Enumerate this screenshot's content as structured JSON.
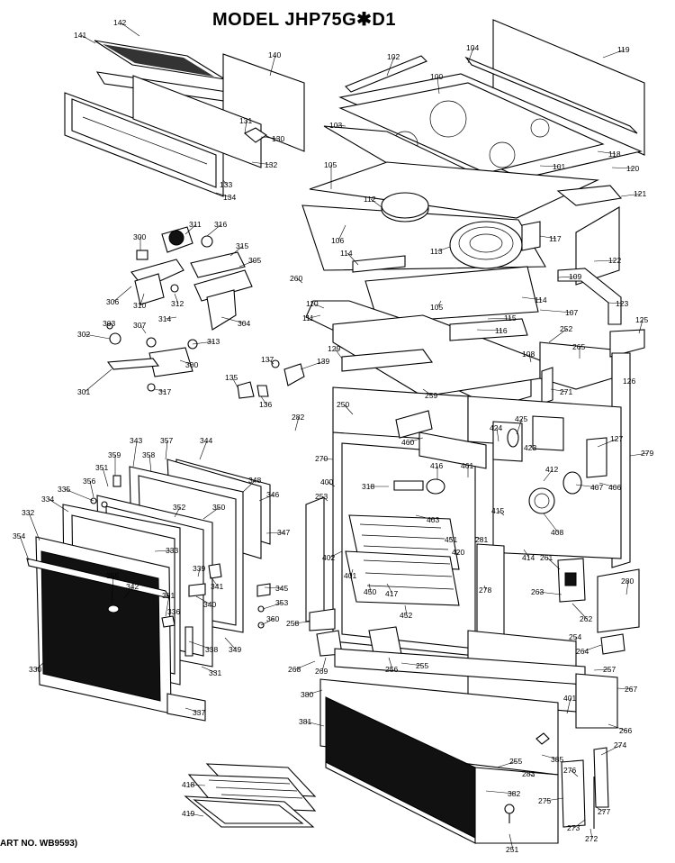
{
  "title": "MODEL JHP75G✱D1",
  "footer_left": "ART NO. WB9593)",
  "footer_right": "",
  "parts": [
    {
      "id": "p142",
      "label": "142"
    },
    {
      "id": "p141",
      "label": "141"
    },
    {
      "id": "p140",
      "label": "140"
    },
    {
      "id": "p131",
      "label": "131"
    },
    {
      "id": "p130",
      "label": "130"
    },
    {
      "id": "p132",
      "label": "132"
    },
    {
      "id": "p133",
      "label": "133"
    },
    {
      "id": "p134",
      "label": "134"
    },
    {
      "id": "p102",
      "label": "102"
    },
    {
      "id": "p104",
      "label": "104"
    },
    {
      "id": "p119",
      "label": "119"
    },
    {
      "id": "p100",
      "label": "100"
    },
    {
      "id": "p103",
      "label": "103"
    },
    {
      "id": "p118",
      "label": "118"
    },
    {
      "id": "p101",
      "label": "101"
    },
    {
      "id": "p120",
      "label": "120"
    },
    {
      "id": "p105",
      "label": "105"
    },
    {
      "id": "p121",
      "label": "121"
    },
    {
      "id": "p112",
      "label": "112"
    },
    {
      "id": "p106",
      "label": "106"
    },
    {
      "id": "p117",
      "label": "117"
    },
    {
      "id": "p113",
      "label": "113"
    },
    {
      "id": "p114a",
      "label": "114"
    },
    {
      "id": "p122",
      "label": "122"
    },
    {
      "id": "p109",
      "label": "109"
    },
    {
      "id": "p260",
      "label": "260"
    },
    {
      "id": "p110",
      "label": "110"
    },
    {
      "id": "p114b",
      "label": "114"
    },
    {
      "id": "p105b",
      "label": "105"
    },
    {
      "id": "p123",
      "label": "123"
    },
    {
      "id": "p111",
      "label": "111"
    },
    {
      "id": "p107",
      "label": "107"
    },
    {
      "id": "p115",
      "label": "115"
    },
    {
      "id": "p116",
      "label": "116"
    },
    {
      "id": "p125",
      "label": "125"
    },
    {
      "id": "p252",
      "label": "252"
    },
    {
      "id": "p129",
      "label": "129"
    },
    {
      "id": "p108",
      "label": "108"
    },
    {
      "id": "p265",
      "label": "265"
    },
    {
      "id": "p126",
      "label": "126"
    },
    {
      "id": "p271",
      "label": "271"
    },
    {
      "id": "p259",
      "label": "259"
    },
    {
      "id": "p250",
      "label": "250"
    },
    {
      "id": "p311",
      "label": "311"
    },
    {
      "id": "p316",
      "label": "316"
    },
    {
      "id": "p300a",
      "label": "300"
    },
    {
      "id": "p315",
      "label": "315"
    },
    {
      "id": "p305",
      "label": "305"
    },
    {
      "id": "p306",
      "label": "306"
    },
    {
      "id": "p310",
      "label": "310"
    },
    {
      "id": "p312",
      "label": "312"
    },
    {
      "id": "p314",
      "label": "314"
    },
    {
      "id": "p304",
      "label": "304"
    },
    {
      "id": "p303",
      "label": "303"
    },
    {
      "id": "p307",
      "label": "307"
    },
    {
      "id": "p302",
      "label": "302"
    },
    {
      "id": "p313",
      "label": "313"
    },
    {
      "id": "p300b",
      "label": "300"
    },
    {
      "id": "p301",
      "label": "301"
    },
    {
      "id": "p317",
      "label": "317"
    },
    {
      "id": "p137",
      "label": "137"
    },
    {
      "id": "p139",
      "label": "139"
    },
    {
      "id": "p135",
      "label": "135"
    },
    {
      "id": "p136",
      "label": "136"
    },
    {
      "id": "p282",
      "label": "282"
    },
    {
      "id": "p424",
      "label": "424"
    },
    {
      "id": "p425",
      "label": "425"
    },
    {
      "id": "p460",
      "label": "460"
    },
    {
      "id": "p423",
      "label": "423"
    },
    {
      "id": "p127",
      "label": "127"
    },
    {
      "id": "p279",
      "label": "279"
    },
    {
      "id": "p270",
      "label": "270"
    },
    {
      "id": "p416",
      "label": "416"
    },
    {
      "id": "p461",
      "label": "461"
    },
    {
      "id": "p412",
      "label": "412"
    },
    {
      "id": "p406",
      "label": "406"
    },
    {
      "id": "p407",
      "label": "407"
    },
    {
      "id": "p400",
      "label": "400"
    },
    {
      "id": "p318",
      "label": "318"
    },
    {
      "id": "p253",
      "label": "253"
    },
    {
      "id": "p403",
      "label": "403"
    },
    {
      "id": "p415",
      "label": "415"
    },
    {
      "id": "p408",
      "label": "408"
    },
    {
      "id": "p451",
      "label": "451"
    },
    {
      "id": "p281",
      "label": "281"
    },
    {
      "id": "p414",
      "label": "414"
    },
    {
      "id": "p420",
      "label": "420"
    },
    {
      "id": "p402",
      "label": "402"
    },
    {
      "id": "p401a",
      "label": "401"
    },
    {
      "id": "p417",
      "label": "417"
    },
    {
      "id": "p450",
      "label": "450"
    },
    {
      "id": "p278",
      "label": "278"
    },
    {
      "id": "p261",
      "label": "261"
    },
    {
      "id": "p280",
      "label": "280"
    },
    {
      "id": "p263",
      "label": "263"
    },
    {
      "id": "p262",
      "label": "262"
    },
    {
      "id": "p452",
      "label": "452"
    },
    {
      "id": "p258",
      "label": "258"
    },
    {
      "id": "p254",
      "label": "254"
    },
    {
      "id": "p264",
      "label": "264"
    },
    {
      "id": "p268",
      "label": "268"
    },
    {
      "id": "p269",
      "label": "269"
    },
    {
      "id": "p256",
      "label": "256"
    },
    {
      "id": "p255a",
      "label": "255"
    },
    {
      "id": "p257",
      "label": "257"
    },
    {
      "id": "p380",
      "label": "380"
    },
    {
      "id": "p401b",
      "label": "401"
    },
    {
      "id": "p267",
      "label": "267"
    },
    {
      "id": "p381",
      "label": "381"
    },
    {
      "id": "p266",
      "label": "266"
    },
    {
      "id": "p274",
      "label": "274"
    },
    {
      "id": "p385",
      "label": "385"
    },
    {
      "id": "p255b",
      "label": "255"
    },
    {
      "id": "p283",
      "label": "283"
    },
    {
      "id": "p276",
      "label": "276"
    },
    {
      "id": "p382",
      "label": "382"
    },
    {
      "id": "p275",
      "label": "275"
    },
    {
      "id": "p277",
      "label": "277"
    },
    {
      "id": "p273",
      "label": "273"
    },
    {
      "id": "p272",
      "label": "272"
    },
    {
      "id": "p251",
      "label": "251"
    },
    {
      "id": "p343",
      "label": "343"
    },
    {
      "id": "p357",
      "label": "357"
    },
    {
      "id": "p344",
      "label": "344"
    },
    {
      "id": "p359",
      "label": "359"
    },
    {
      "id": "p358",
      "label": "358"
    },
    {
      "id": "p351",
      "label": "351"
    },
    {
      "id": "p348",
      "label": "348"
    },
    {
      "id": "p356",
      "label": "356"
    },
    {
      "id": "p335",
      "label": "335"
    },
    {
      "id": "p346",
      "label": "346"
    },
    {
      "id": "p334",
      "label": "334"
    },
    {
      "id": "p352",
      "label": "352"
    },
    {
      "id": "p350",
      "label": "350"
    },
    {
      "id": "p332",
      "label": "332"
    },
    {
      "id": "p347",
      "label": "347"
    },
    {
      "id": "p354",
      "label": "354"
    },
    {
      "id": "p333",
      "label": "333"
    },
    {
      "id": "p345",
      "label": "345"
    },
    {
      "id": "p355",
      "label": "355"
    },
    {
      "id": "p339",
      "label": "339"
    },
    {
      "id": "p341",
      "label": "341"
    },
    {
      "id": "p353",
      "label": "353"
    },
    {
      "id": "p342",
      "label": "342"
    },
    {
      "id": "p340",
      "label": "340"
    },
    {
      "id": "p361",
      "label": "361"
    },
    {
      "id": "p336",
      "label": "336"
    },
    {
      "id": "p360",
      "label": "360"
    },
    {
      "id": "p338",
      "label": "338"
    },
    {
      "id": "p349",
      "label": "349"
    },
    {
      "id": "p330",
      "label": "330"
    },
    {
      "id": "p331",
      "label": "331"
    },
    {
      "id": "p337",
      "label": "337"
    },
    {
      "id": "p418",
      "label": "418"
    },
    {
      "id": "p419",
      "label": "419"
    }
  ]
}
